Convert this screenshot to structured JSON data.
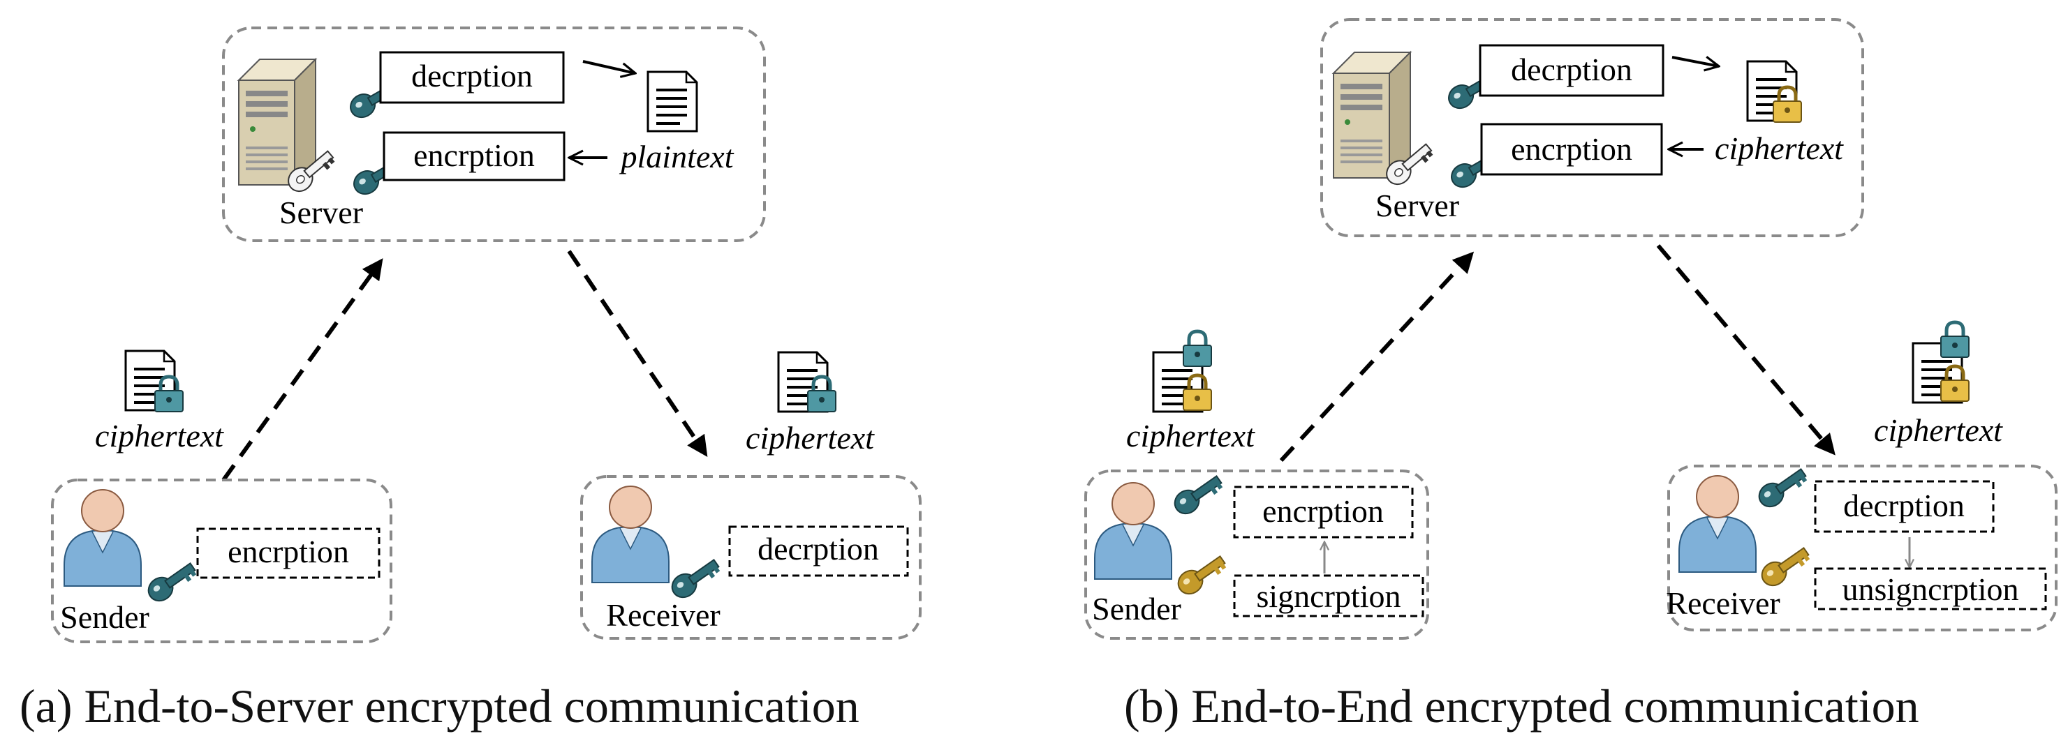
{
  "panel_a": {
    "caption": "(a)  End-to-Server encrypted communication",
    "server": {
      "label": "Server",
      "op_top": "decrption",
      "op_bottom": "encrption",
      "doc_label": "plaintext"
    },
    "sender": {
      "label": "Sender",
      "op": "encrption",
      "doc_label": "ciphertext"
    },
    "receiver": {
      "label": "Receiver",
      "op": "decrption",
      "doc_label": "ciphertext"
    }
  },
  "panel_b": {
    "caption": "(b)  End-to-End encrypted communication",
    "server": {
      "label": "Server",
      "op_top": "decrption",
      "op_bottom": "encrption",
      "doc_label": "ciphertext"
    },
    "sender": {
      "label": "Sender",
      "op_top": "encrption",
      "op_bottom": "signcrption",
      "doc_label": "ciphertext"
    },
    "receiver": {
      "label": "Receiver",
      "op_top": "decrption",
      "op_bottom": "unsigncrption",
      "doc_label": "ciphertext"
    }
  },
  "colors": {
    "dashed_border": "#8a8a8a",
    "key_teal": "#2d6b75",
    "key_gold": "#c49a2a",
    "person_skin": "#f0c9b0",
    "person_body": "#7fb0d8",
    "server_beige": "#d9cfb0"
  }
}
